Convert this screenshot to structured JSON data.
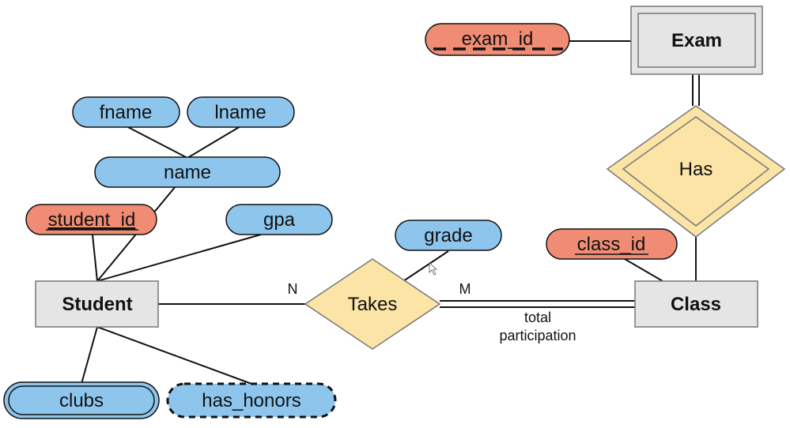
{
  "colors": {
    "attribute_fill": "#8ec5ec",
    "key_attribute_fill": "#f08c74",
    "entity_fill": "#e5e5e5",
    "relationship_fill": "#fbe4a6",
    "line": "#111111"
  },
  "entities": {
    "student": "Student",
    "class": "Class",
    "exam": "Exam"
  },
  "relationships": {
    "takes": "Takes",
    "has": "Has"
  },
  "attributes": {
    "fname": "fname",
    "lname": "lname",
    "name": "name",
    "student_id": "student_id",
    "gpa": "gpa",
    "clubs": "clubs",
    "has_honors": "has_honors",
    "grade": "grade",
    "class_id": "class_id",
    "exam_id": "exam_id"
  },
  "cardinality": {
    "takes_student": "N",
    "takes_class": "M"
  },
  "annotations": {
    "total_line1": "total",
    "total_line2": "participation"
  }
}
